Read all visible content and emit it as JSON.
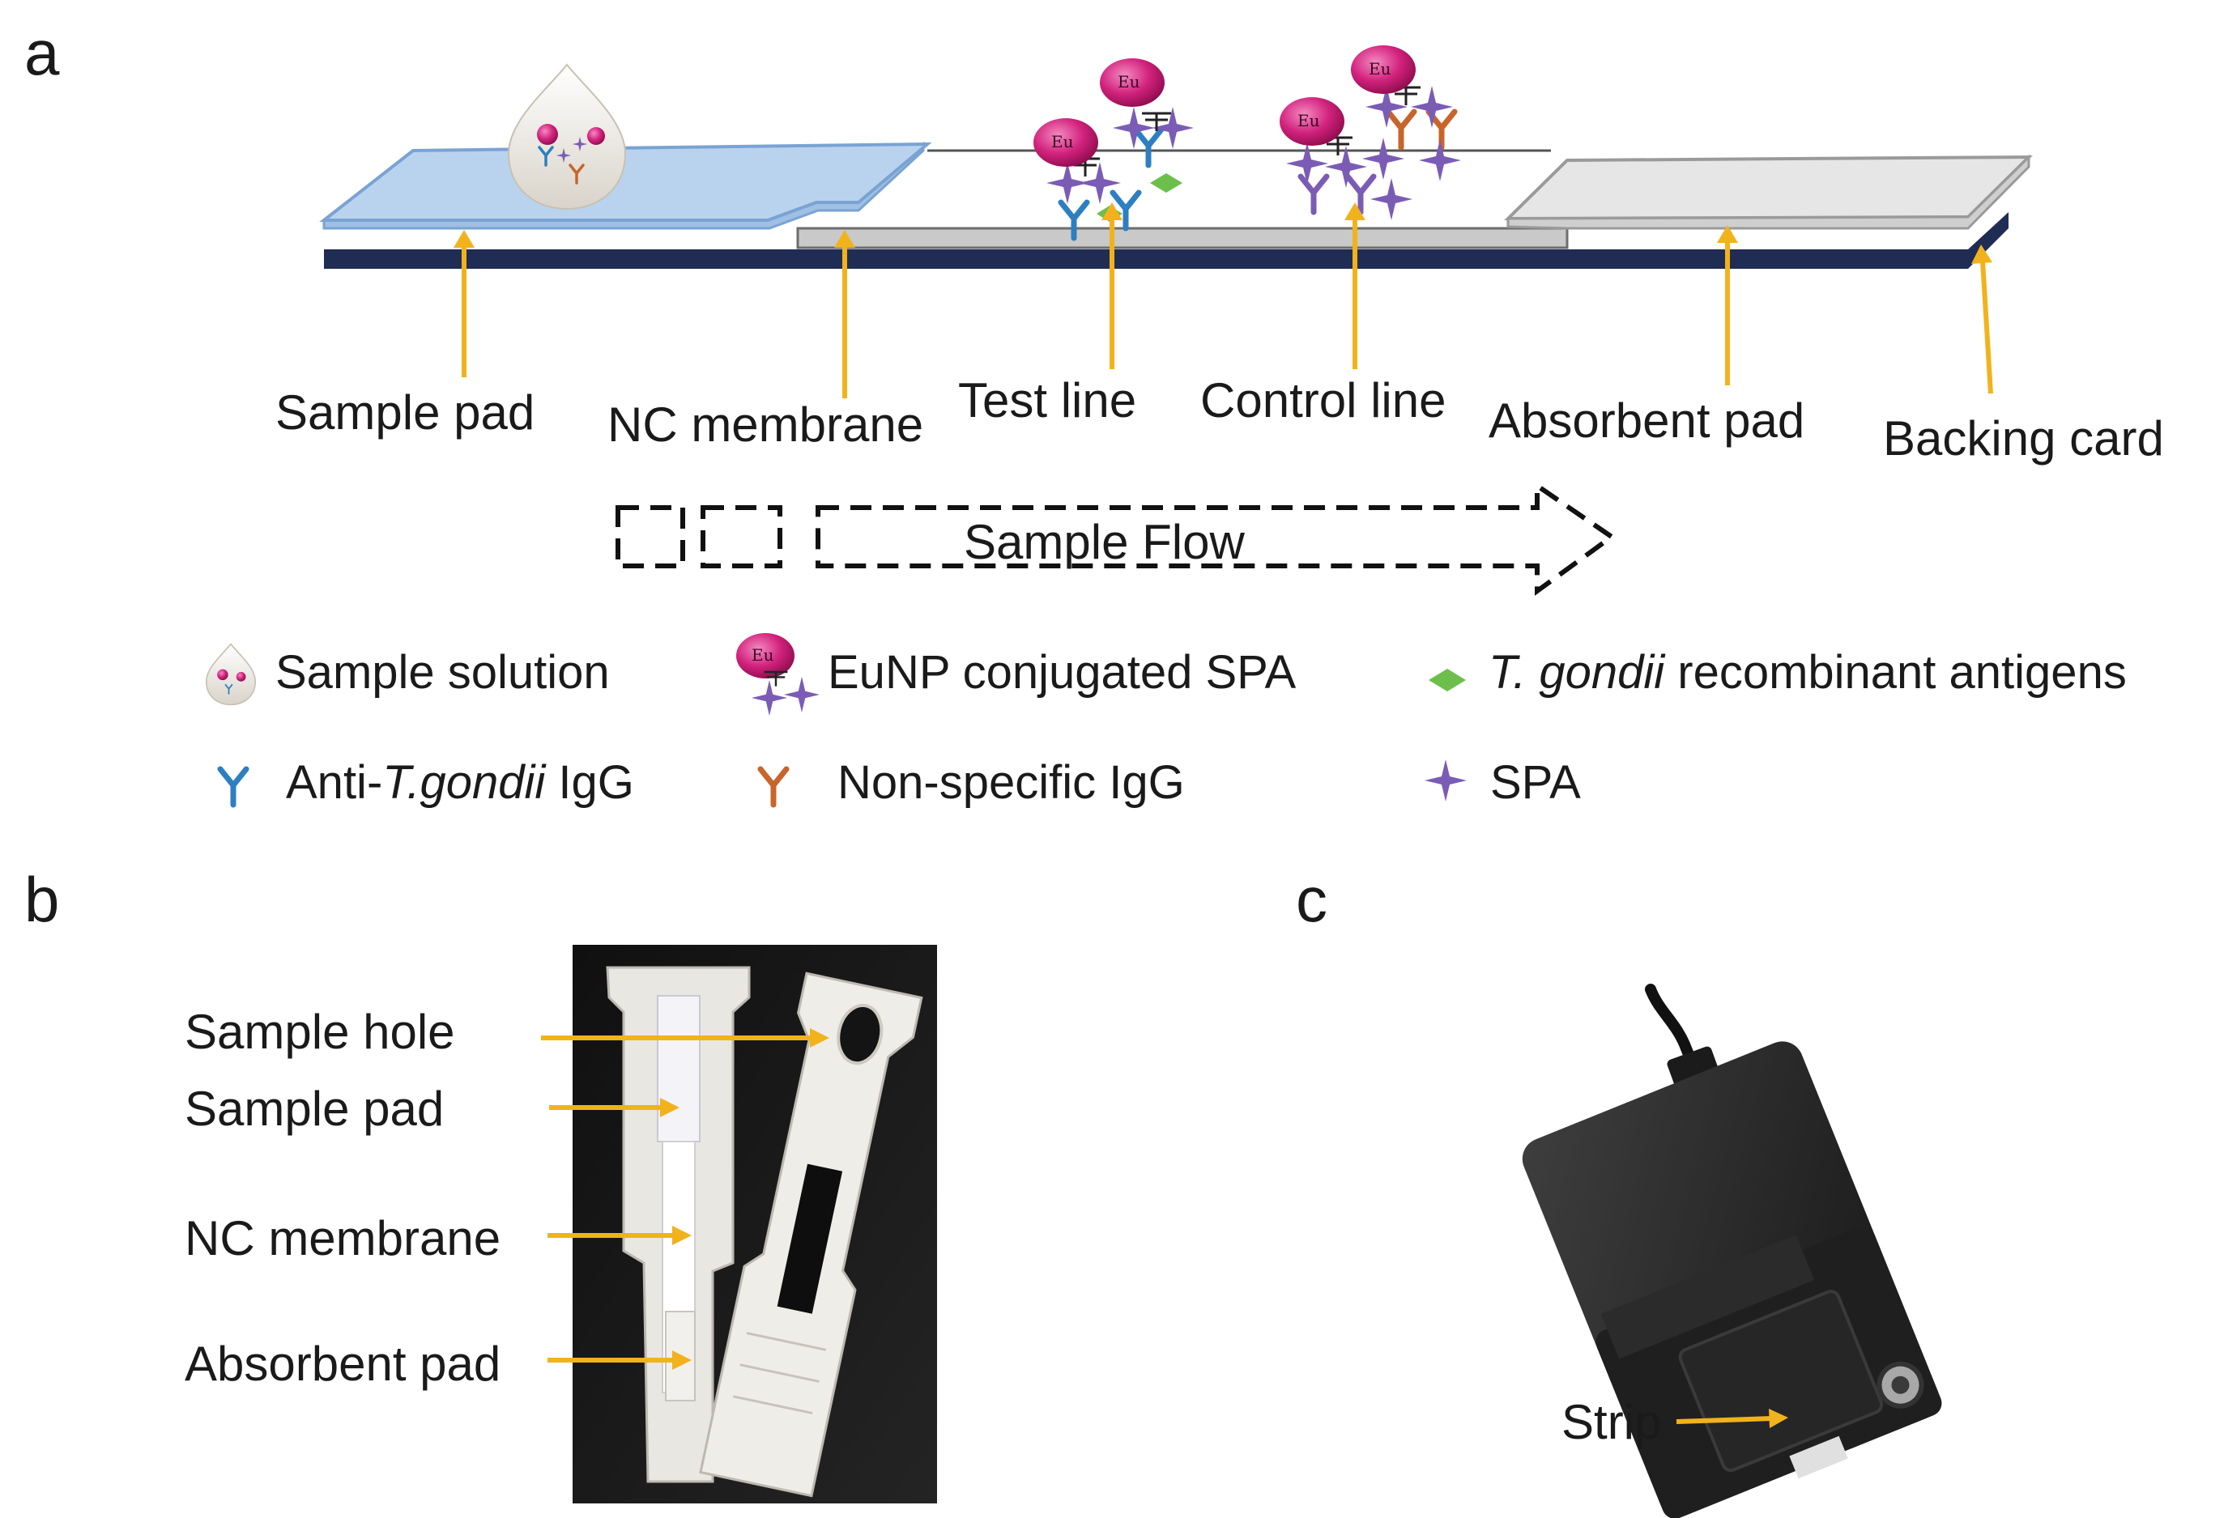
{
  "panels": {
    "a": "a",
    "b": "b",
    "c": "c"
  },
  "strip_labels": {
    "sample_pad": "Sample pad",
    "nc_membrane": "NC membrane",
    "test_line": "Test line",
    "control_line": "Control line",
    "absorbent_pad": "Absorbent pad",
    "backing_card": "Backing card"
  },
  "flow_label": "Sample Flow",
  "particle_label": "Eu",
  "legend": {
    "sample_solution": "Sample solution",
    "eunp": "EuNP conjugated SPA",
    "antigen_italic": "T. gondii",
    "antigen_rest": " recombinant antigens",
    "anti_prefix": "Anti-",
    "anti_italic": "T.gondii",
    "anti_suffix": " IgG",
    "nonspecific": "Non-specific IgG",
    "spa": "SPA"
  },
  "photo_b_labels": {
    "sample_hole": "Sample hole",
    "sample_pad": "Sample pad",
    "nc_membrane": "NC membrane",
    "absorbent_pad": "Absorbent pad"
  },
  "photo_c_label": "Strip",
  "colors": {
    "arrow": "#f2b21c",
    "sample_pad": "#b9d3ee",
    "backing": "#1f2d55",
    "antibody_specific": "#2d7fc1",
    "antibody_nonspecific": "#c8652a",
    "spa": "#7b5cb5",
    "antigen": "#6cbf4a",
    "eunp": "#c0166b"
  }
}
